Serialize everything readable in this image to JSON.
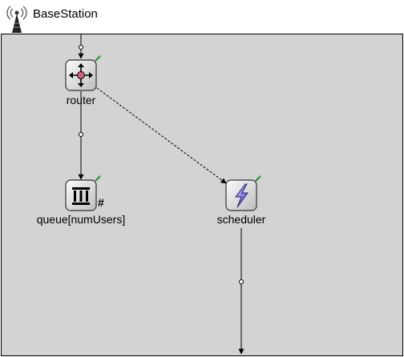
{
  "window": {
    "title": "BaseStation"
  },
  "icons": {
    "title_icon": "antenna-tower-icon",
    "router_icon": "router-icon",
    "queue_icon": "queue-icon",
    "scheduler_icon": "scheduler-icon"
  },
  "modules": {
    "router": {
      "label": "router"
    },
    "queue": {
      "label": "queue[numUsers]",
      "vector_mark": "#"
    },
    "scheduler": {
      "label": "scheduler"
    }
  },
  "colors": {
    "canvas_background": "#d3d3d3",
    "icon_body": "#e8e8e8",
    "router_center": "#d0607a",
    "scheduler_bolt": "#5a4fd0",
    "status_dot": "#3bb33b"
  }
}
